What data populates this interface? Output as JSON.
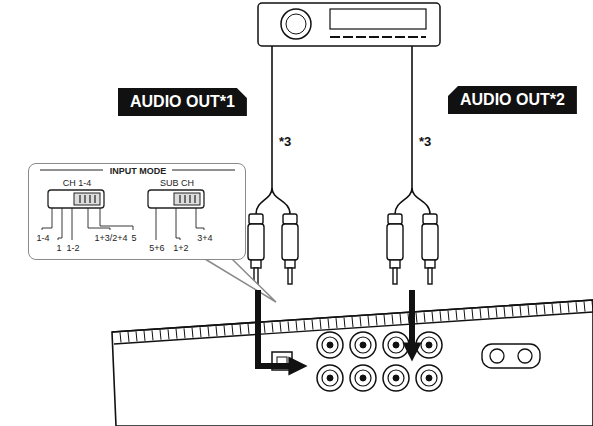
{
  "diagram": {
    "nodes": [
      {
        "text": [
          "AUDIO OUT*1"
        ]
      },
      {
        "text": [
          "AUDIO OUT*2"
        ]
      },
      {
        "text": [
          "INPUT MODE",
          "CH 1-4",
          "SUB CH",
          "1-4",
          "1",
          "1-2",
          "1+3/2+4",
          "5",
          "5+6",
          "1+2",
          "3+4"
        ]
      }
    ],
    "labels": [
      "*3",
      "*3"
    ]
  }
}
